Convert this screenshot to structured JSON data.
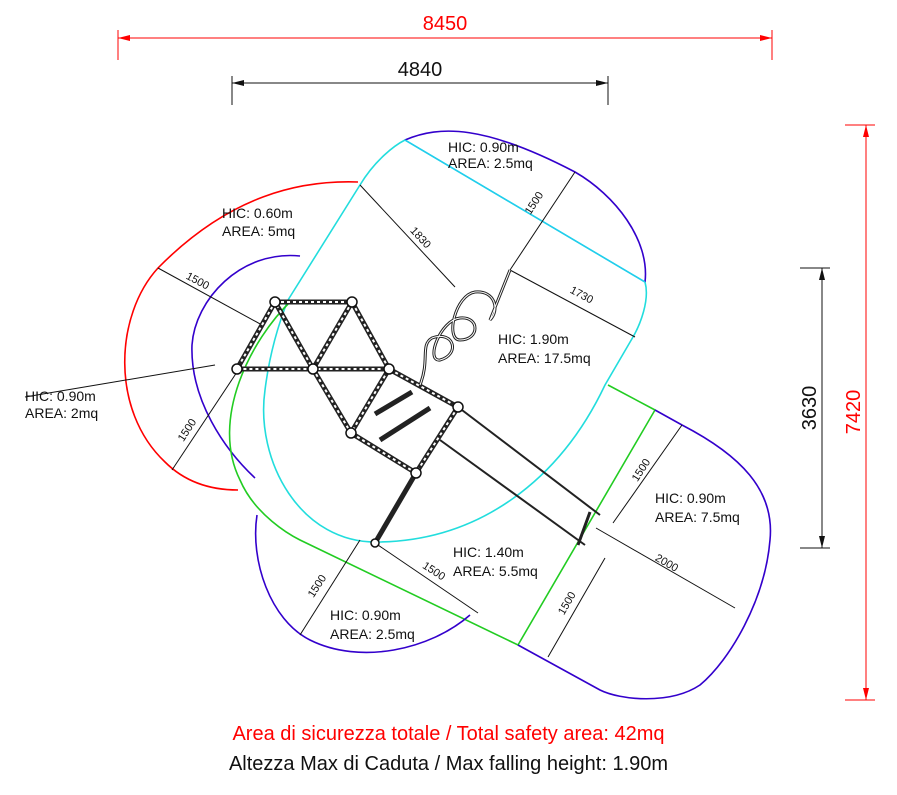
{
  "dimensions": {
    "total_width": "8450",
    "structure_width": "4840",
    "total_height": "7420",
    "structure_height": "3630",
    "d_1830": "1830",
    "d_1500_top": "1500",
    "d_1730": "1730",
    "d_1500_left_top": "1500",
    "d_1500_left": "1500",
    "d_1500_right": "1500",
    "d_2000": "2000",
    "d_1500_bottom_right": "1500",
    "d_1500_bottom_left_a": "1500",
    "d_1500_bottom_left_b": "1500"
  },
  "zones": [
    {
      "hic": "HIC: 0.60m",
      "area": "AREA: 5mq",
      "color": "#ff0000"
    },
    {
      "hic": "HIC: 0.90m",
      "area": "AREA: 2.5mq",
      "color": "#3300cc"
    },
    {
      "hic": "HIC: 0.90m",
      "area": "AREA: 2mq",
      "color": "#3300cc"
    },
    {
      "hic": "HIC: 1.90m",
      "area": "AREA: 17.5mq",
      "color": "#22dddd"
    },
    {
      "hic": "HIC: 0.90m",
      "area": "AREA: 7.5mq",
      "color": "#3300cc"
    },
    {
      "hic": "HIC: 1.40m",
      "area": "AREA: 5.5mq",
      "color": "#22cc22"
    },
    {
      "hic": "HIC: 0.90m",
      "area": "AREA: 2.5mq",
      "color": "#3300cc"
    }
  ],
  "footer": {
    "total_area": "Area di sicurezza totale / Total safety area: 42mq",
    "max_height": "Altezza Max di Caduta / Max falling height: 1.90m"
  }
}
